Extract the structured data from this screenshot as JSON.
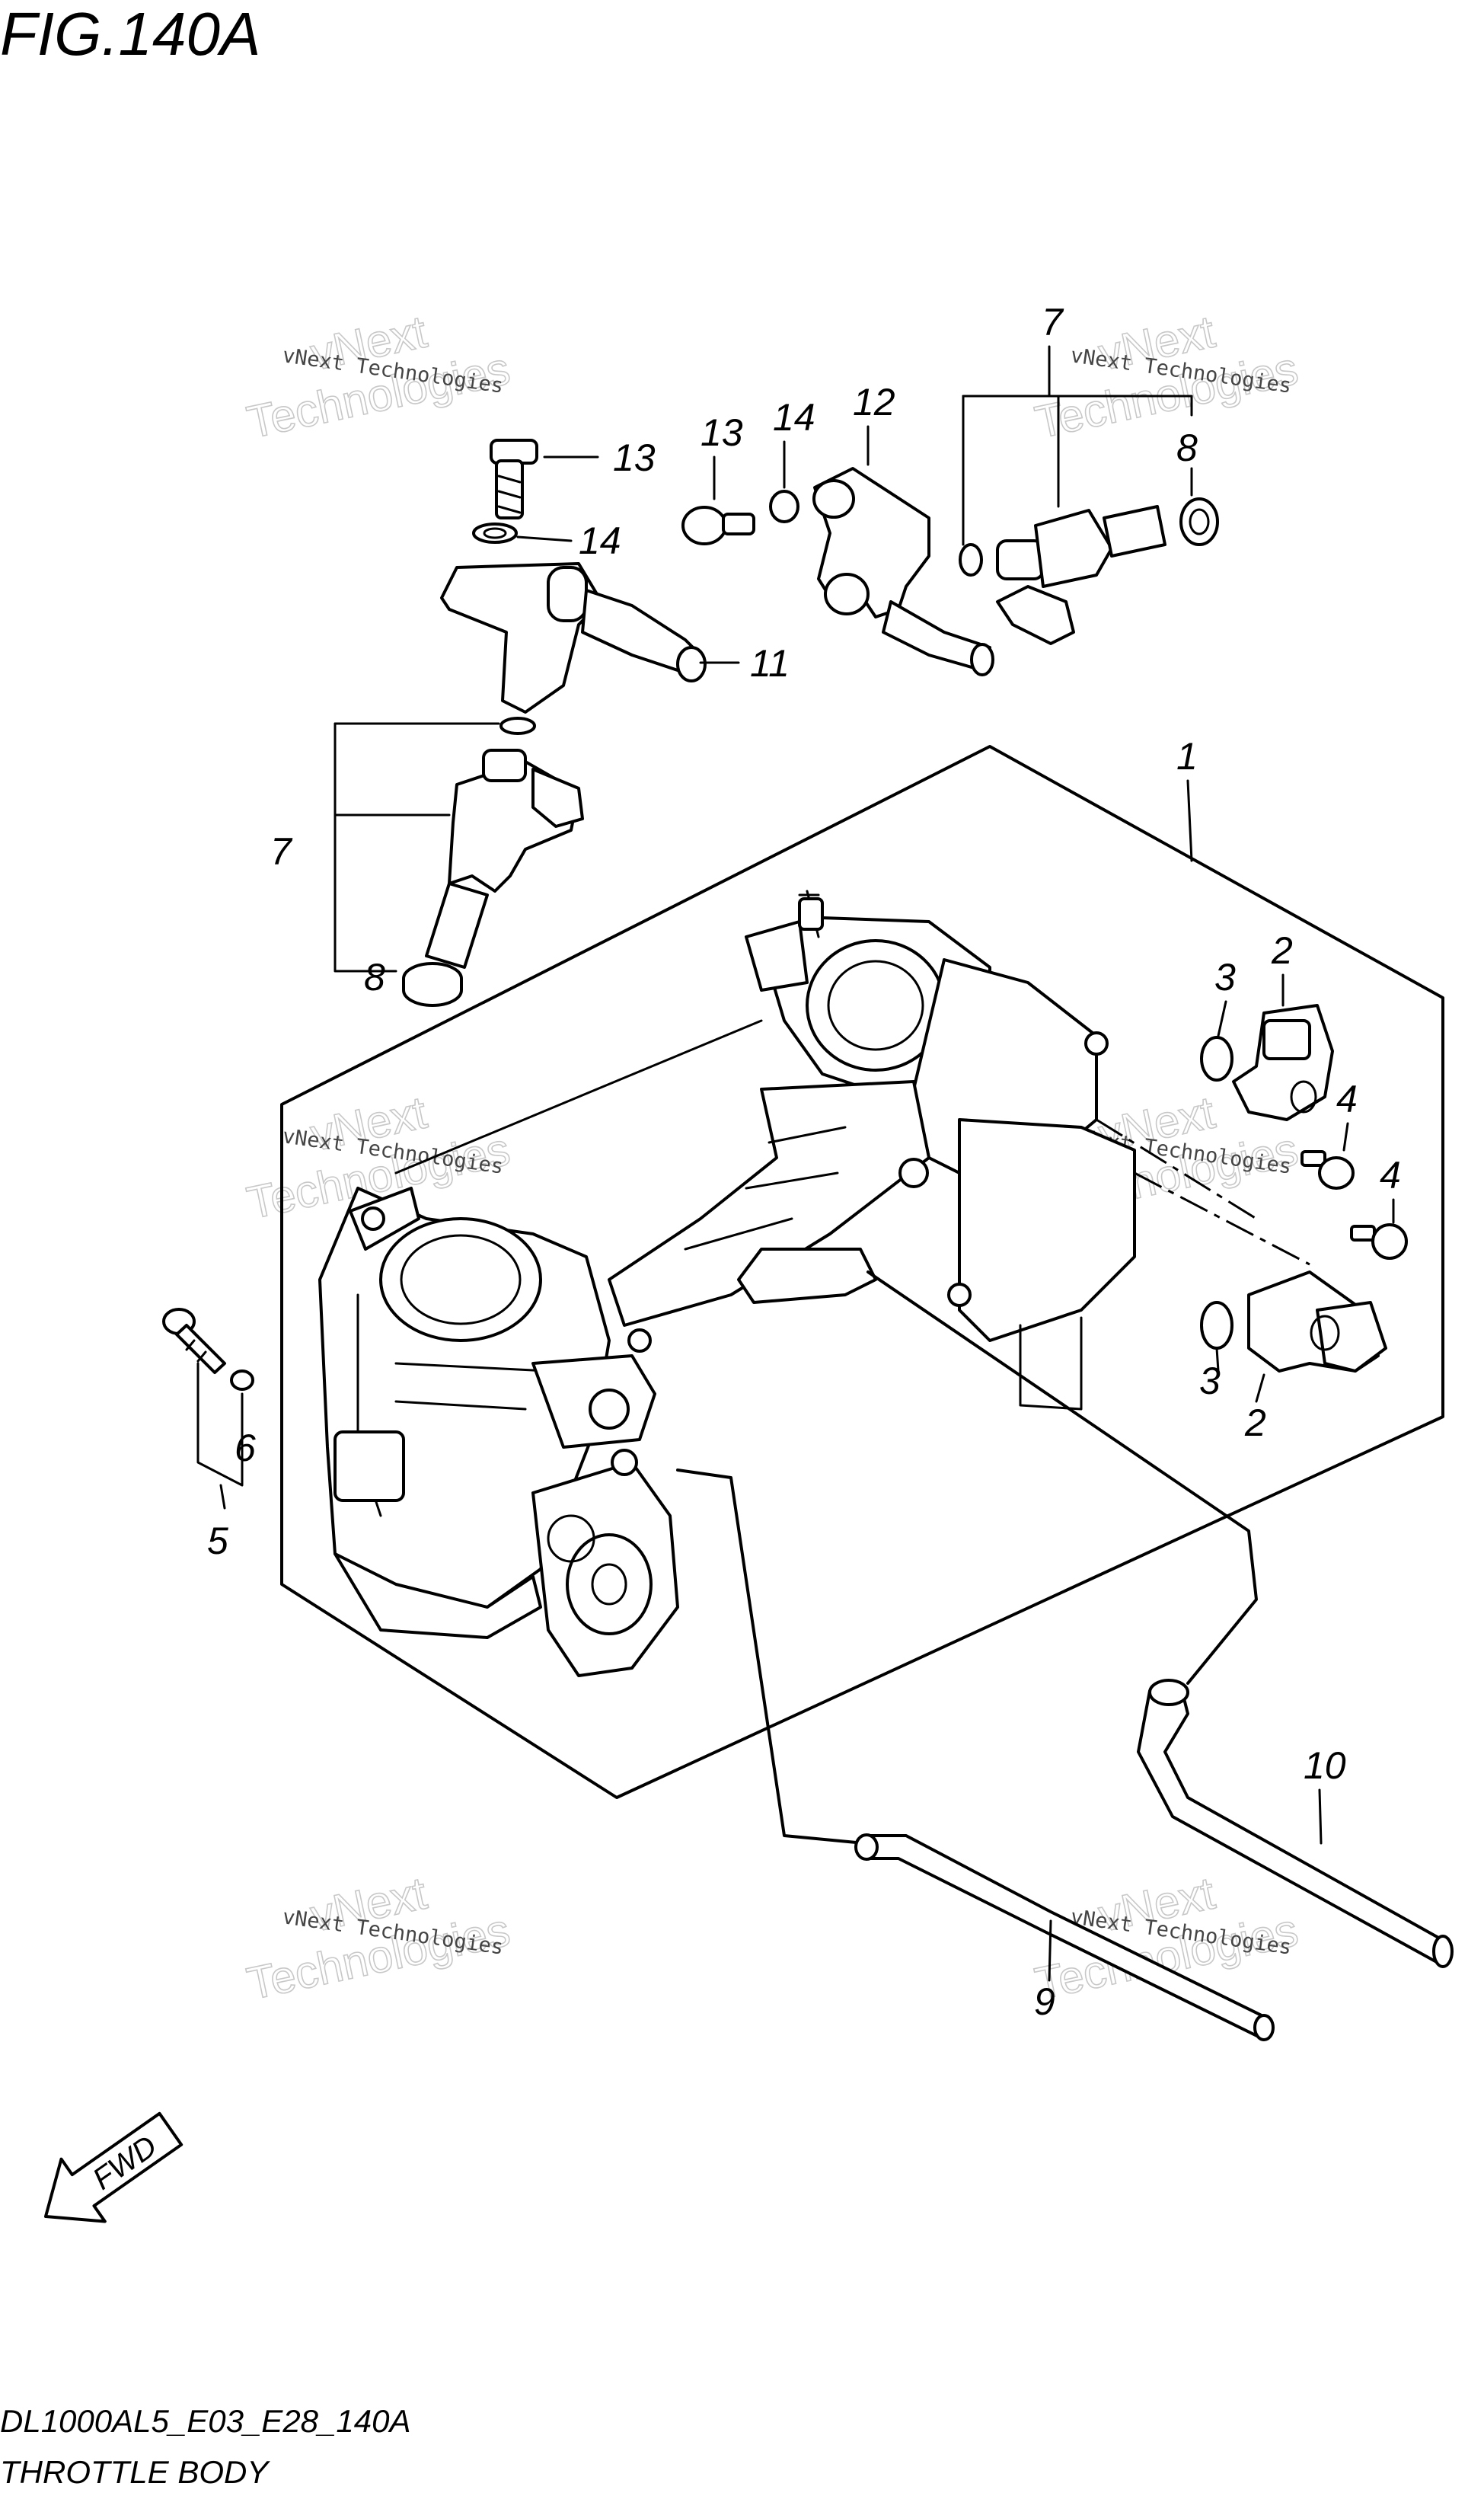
{
  "figure": {
    "title": "FIG.140A",
    "code": "DL1000AL5_E03_E28_140A",
    "name": "THROTTLE BODY",
    "fwd_label": "FWD"
  },
  "callouts": {
    "c1": "1",
    "c2a": "2",
    "c2b": "2",
    "c3a": "3",
    "c3b": "3",
    "c4a": "4",
    "c4b": "4",
    "c5": "5",
    "c6": "6",
    "c7a": "7",
    "c7b": "7",
    "c8a": "8",
    "c8b": "8",
    "c9": "9",
    "c10": "10",
    "c11": "11",
    "c12": "12",
    "c13a": "13",
    "c13b": "13",
    "c14a": "14",
    "c14b": "14"
  },
  "watermark": {
    "line1": "vNext Technologies",
    "big_top": "vNext",
    "big_bottom": "Technologies"
  }
}
